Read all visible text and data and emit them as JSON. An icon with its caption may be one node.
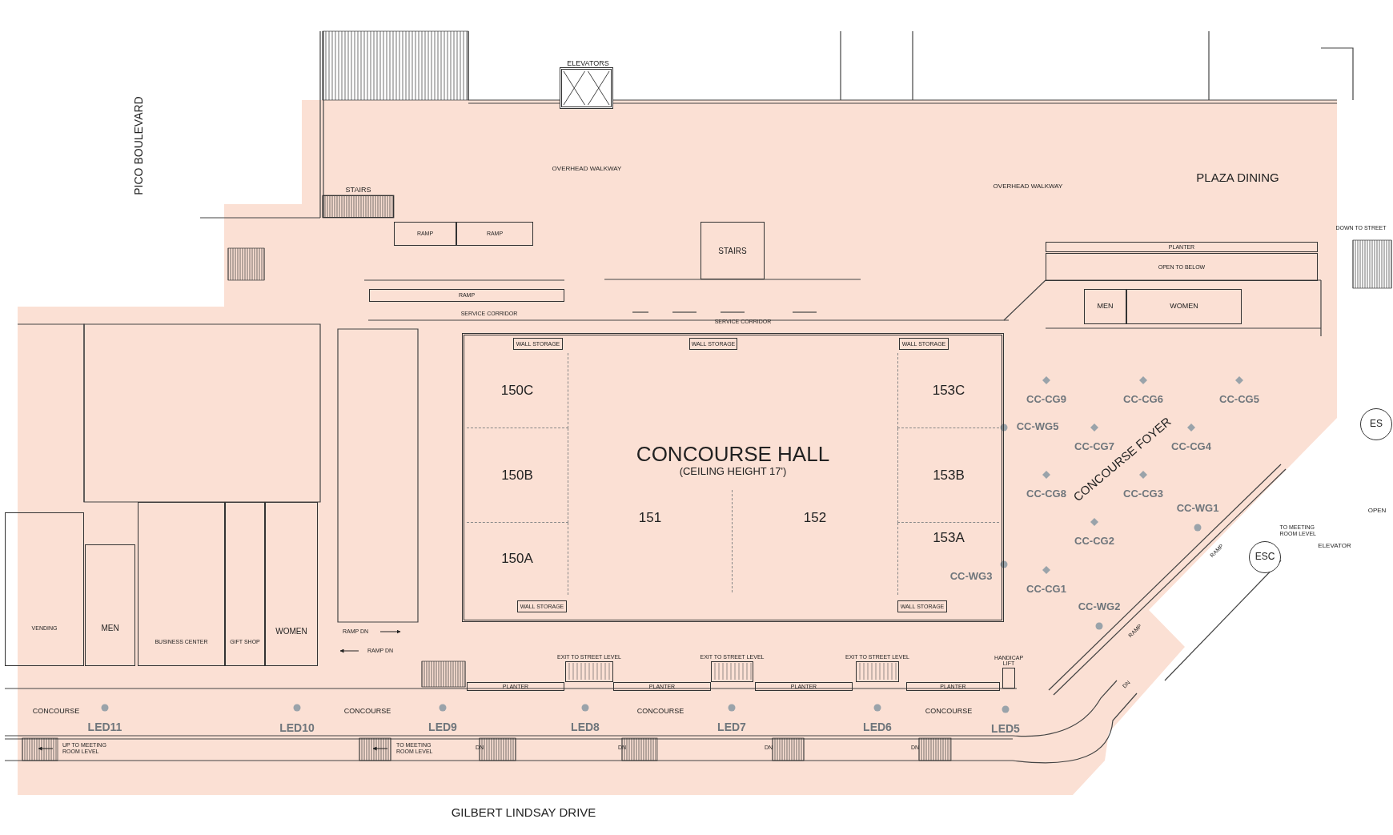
{
  "diagram": {
    "nodes": [
      {
        "text": [
          "CONCOURSE HALL",
          "(CEILING HEIGHT 17')"
        ]
      },
      {
        "text": [
          "WALL STORAGE"
        ],
        "in": 0
      },
      {
        "text": [
          "WALL STORAGE"
        ],
        "in": 0
      },
      {
        "text": [
          "WALL STORAGE"
        ],
        "in": 0
      },
      {
        "text": [
          "150C"
        ],
        "in": 0
      },
      {
        "text": [
          "150B"
        ],
        "in": 0
      },
      {
        "text": [
          "150A"
        ],
        "in": 0
      },
      {
        "text": [
          "151"
        ],
        "in": 0
      },
      {
        "text": [
          "152"
        ],
        "in": 0
      },
      {
        "text": [
          "153C"
        ],
        "in": 0
      },
      {
        "text": [
          "153B"
        ],
        "in": 0
      },
      {
        "text": [
          "153A"
        ],
        "in": 0
      },
      {
        "text": [
          "WALL STORAGE"
        ],
        "in": 0
      },
      {
        "text": [
          "WALL STORAGE"
        ],
        "in": 0
      },
      {
        "text": [
          "ELEVATORS"
        ]
      },
      {
        "text": [
          "STAIRS"
        ]
      },
      {
        "text": [
          "RAMP"
        ]
      },
      {
        "text": [
          "RAMP"
        ]
      },
      {
        "text": [
          "RAMP"
        ]
      },
      {
        "text": [
          "STAIRS"
        ]
      },
      {
        "text": [
          "PLANTER"
        ]
      },
      {
        "text": [
          "OPEN TO BELOW"
        ]
      },
      {
        "text": [
          "MEN"
        ]
      },
      {
        "text": [
          "WOMEN"
        ]
      },
      {
        "text": [
          "PLANTER"
        ]
      },
      {
        "text": [
          "PLANTER"
        ]
      },
      {
        "text": [
          "PLANTER"
        ]
      },
      {
        "text": [
          "PLANTER"
        ]
      },
      {
        "text": [
          "EXIT TO STREET LEVEL"
        ]
      },
      {
        "text": [
          "EXIT TO STREET LEVEL"
        ]
      },
      {
        "text": [
          "EXIT TO STREET LEVEL"
        ]
      },
      {
        "text": [
          "HANDICAP LIFT"
        ]
      },
      {
        "text": [
          "VENDING"
        ]
      },
      {
        "text": [
          "MEN"
        ]
      },
      {
        "text": [
          "BUSINESS CENTER"
        ]
      },
      {
        "text": [
          "GIFT SHOP"
        ]
      },
      {
        "text": [
          "WOMEN"
        ]
      },
      {
        "text": [
          "ESC"
        ]
      },
      {
        "text": [
          "ES"
        ]
      }
    ],
    "labels": [
      "PICO BOULEVARD",
      "OVERHEAD WALKWAY",
      "PLAZA DINING",
      "OVERHEAD WALKWAY",
      "DOWN TO STREET",
      "SERVICE CORRIDOR",
      "SERVICE CORRIDOR",
      "CC-CG9",
      "CC-CG6",
      "CC-CG5",
      "CC-WG5",
      "CC-CG7",
      "CC-CG4",
      "CONCOURSE FOYER",
      "CC-CG8",
      "CC-CG3",
      "CC-WG1",
      "OPEN",
      "TO MEETING ROOM LEVEL",
      "CC-CG2",
      "ELEVATOR",
      "RAMP",
      "CC-WG3",
      "CC-CG1",
      "CC-WG2",
      "RAMP DN",
      "RAMP",
      "RAMP DN",
      "DN",
      "CONCOURSE",
      "CONCOURSE",
      "CONCOURSE",
      "CONCOURSE",
      "LED11",
      "LED10",
      "LED9",
      "LED8",
      "LED7",
      "LED6",
      "LED5",
      "UP TO MEETING ROOM LEVEL",
      "TO MEETING ROOM LEVEL",
      "DN",
      "DN",
      "DN",
      "DN",
      "GILBERT LINDSAY DRIVE"
    ]
  }
}
